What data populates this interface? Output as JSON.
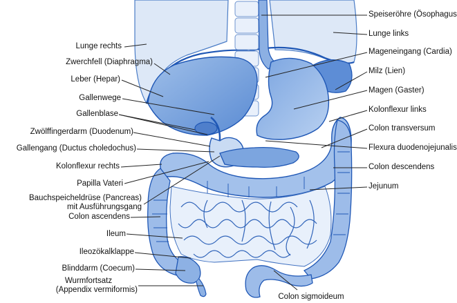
{
  "labels_left": [
    {
      "id": "lunge-rechts",
      "text": "Lunge rechts"
    },
    {
      "id": "zwerchfell",
      "text": "Zwerchfell (Diaphragma)"
    },
    {
      "id": "leber",
      "text": "Leber (Hepar)"
    },
    {
      "id": "gallenwege",
      "text": "Gallenwege"
    },
    {
      "id": "gallenblase",
      "text": "Gallenblase"
    },
    {
      "id": "zwoelffingerdarm",
      "text": "Zwölffingerdarm (Duodenum)"
    },
    {
      "id": "gallengang",
      "text": "Gallengang (Ductus choledochus)"
    },
    {
      "id": "kolonflexur-rechts",
      "text": "Kolonflexur rechts"
    },
    {
      "id": "papilla-vateri",
      "text": "Papilla Vateri"
    },
    {
      "id": "bauchspeicheldruese-1",
      "text": "Bauchspeicheldrüse (Pancreas)"
    },
    {
      "id": "bauchspeicheldruese-2",
      "text": "mit Ausführungsgang"
    },
    {
      "id": "colon-ascendens",
      "text": "Colon ascendens"
    },
    {
      "id": "ileum",
      "text": "Ileum"
    },
    {
      "id": "ileozoekalklappe",
      "text": "Ileozökalklappe"
    },
    {
      "id": "blinddarm",
      "text": "Blinddarm (Coecum)"
    },
    {
      "id": "wurmfortsatz-1",
      "text": "Wurmfortsatz"
    },
    {
      "id": "wurmfortsatz-2",
      "text": "(Appendix vermiformis)"
    }
  ],
  "labels_right": [
    {
      "id": "speiseroehre",
      "text": "Speiseröhre (Ösophagus)"
    },
    {
      "id": "lunge-links",
      "text": "Lunge links"
    },
    {
      "id": "mageneingang",
      "text": "Mageneingang (Cardia)"
    },
    {
      "id": "milz",
      "text": "Milz (Lien)"
    },
    {
      "id": "magen",
      "text": "Magen (Gaster)"
    },
    {
      "id": "kolonflexur-links",
      "text": "Kolonflexur links"
    },
    {
      "id": "colon-transversum",
      "text": "Colon transversum"
    },
    {
      "id": "flexura",
      "text": "Flexura duodenojejunalis"
    },
    {
      "id": "colon-descendens",
      "text": "Colon descendens"
    },
    {
      "id": "jejunum",
      "text": "Jejunum"
    }
  ],
  "label_bottom": {
    "id": "colon-sigmoideum",
    "text": "Colon sigmoideum"
  },
  "colors": {
    "organ_fill": "#7fa8de",
    "organ_light": "#cfdff4",
    "organ_line": "#1f57b5",
    "leader": "#222222"
  }
}
